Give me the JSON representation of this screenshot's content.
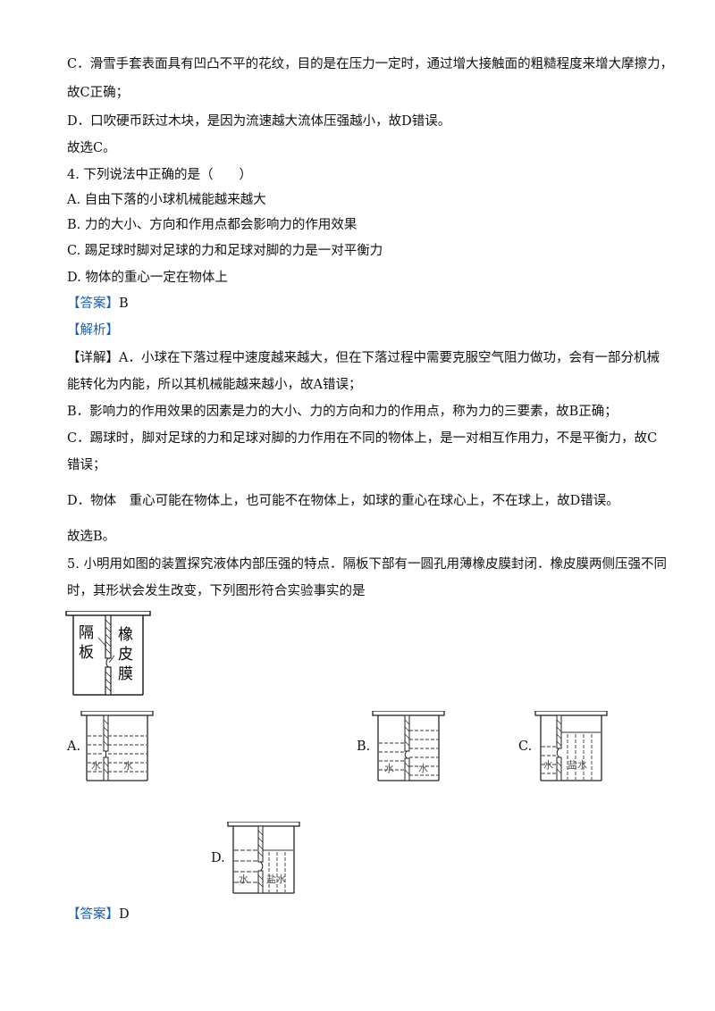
{
  "explanation_q3": {
    "c_line1": "C．滑雪手套表面具有凹凸不平的花纹，目的是在压力一定时，通过增大接触面的粗糙程度来增大摩擦力，",
    "c_line2": "故C正确；",
    "d_line": "D．口吹硬币跃过木块，是因为流速越大流体压强越小，故D错误。",
    "conclusion": "故选C。"
  },
  "question4": {
    "stem": "4. 下列说法中正确的是（　　）",
    "options": [
      "A. 自由下落的小球机械能越来越大",
      "B. 力的大小、方向和作用点都会影响力的作用效果",
      "C. 踢足球时脚对足球的力和足球对脚的力是一对平衡力",
      "D. 物体的重心一定在物体上"
    ],
    "answer_tag": "【答案】",
    "answer": "B",
    "analysis_tag": "【解析】",
    "detail_tag": "【详解】",
    "detail_a1": "A．小球在下落过程中速度越来越大，但在下落过程中需要克服空气阻力做功，会有一部分机械",
    "detail_a2": "能转化为内能，所以其机械能越来越小，故A错误；",
    "detail_b": "B．影响力的作用效果的因素是力的大小、力的方向和力的作用点，称为力的三要素，故B正确；",
    "detail_c1": "C．踢球时，脚对足球的力和足球对脚的力作用在不同的物体上，是一对相互作用力，不是平衡力，故C",
    "detail_c2": "错误；",
    "detail_d": "D．物体　重心可能在物体上，也可能不在物体上，如球的重心在球心上，不在球上，故D错误。",
    "conclusion": "故选B。"
  },
  "question5": {
    "stem1": "5. 小明用如图的装置探究液体内部压强的特点．隔板下部有一圆孔用薄橡皮膜封闭．橡皮膜两侧压强不同",
    "stem2": "时，其形状会发生改变，下列图形符合实验事实的是",
    "diagram_labels": {
      "partition_1": "隔",
      "partition_2": "板",
      "membrane_1": "橡",
      "membrane_2": "皮",
      "membrane_3": "膜"
    },
    "options": [
      {
        "label": "A.",
        "left": "水",
        "right": "水"
      },
      {
        "label": "B.",
        "left": "水",
        "right": "水"
      },
      {
        "label": "C.",
        "left": "水",
        "right": "盐水"
      },
      {
        "label": "D.",
        "left": "水",
        "right": "盐水"
      }
    ],
    "answer_tag": "【答案】",
    "answer": "D"
  }
}
